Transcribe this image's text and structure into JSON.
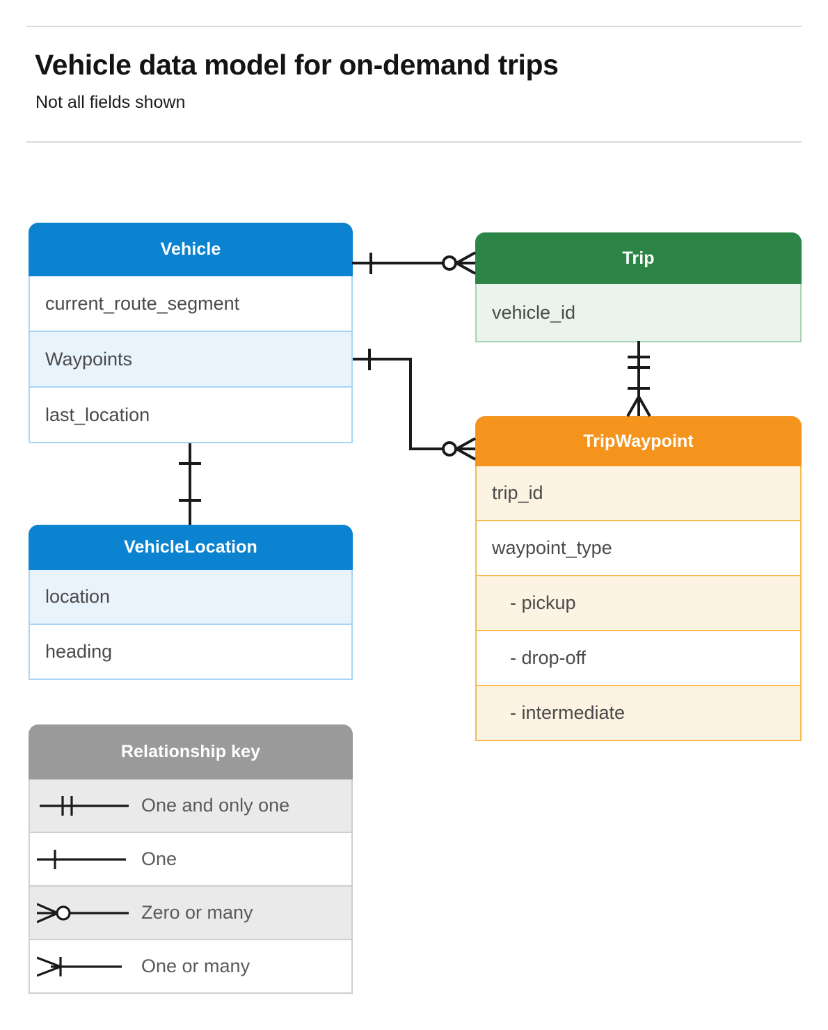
{
  "header": {
    "title": "Vehicle data model for on-demand trips",
    "subtitle": "Not all fields shown"
  },
  "colors": {
    "vehicle_header": "#0b83d1",
    "vehicle_row_alt": "#e9f3fc",
    "vehicle_border": "#a8d4f5",
    "trip_header": "#2c8446",
    "trip_row_alt": "#eaf4ed",
    "trip_border": "#a9d3b5",
    "tripwaypoint_header": "#f5941d",
    "tripwaypoint_row_alt": "#fdf3e3",
    "tripwaypoint_border": "#f7bb4e",
    "legend_header": "#9a9a9a",
    "legend_row_alt": "#eaeaea",
    "connector": "#1a1a1a",
    "rule": "#d8d9da",
    "field_text": "#4a4a4a"
  },
  "entities": {
    "vehicle": {
      "title": "Vehicle",
      "fields": [
        {
          "label": "current_route_segment"
        },
        {
          "label": "Waypoints"
        },
        {
          "label": "last_location"
        }
      ]
    },
    "vehicle_location": {
      "title": "VehicleLocation",
      "fields": [
        {
          "label": "location"
        },
        {
          "label": "heading"
        }
      ]
    },
    "trip": {
      "title": "Trip",
      "fields": [
        {
          "label": "vehicle_id"
        }
      ]
    },
    "trip_waypoint": {
      "title": "TripWaypoint",
      "fields": [
        {
          "label": "trip_id"
        },
        {
          "label": "waypoint_type"
        },
        {
          "label": "-  pickup"
        },
        {
          "label": "-  drop-off"
        },
        {
          "label": "-  intermediate"
        }
      ]
    }
  },
  "legend": {
    "title": "Relationship key",
    "rows": [
      {
        "symbol": "one-and-only-one-icon",
        "label": "One and only one"
      },
      {
        "symbol": "one-icon",
        "label": "One"
      },
      {
        "symbol": "zero-or-many-icon",
        "label": "Zero or many"
      },
      {
        "symbol": "one-or-many-icon",
        "label": "One or many"
      }
    ]
  },
  "relationships": [
    {
      "from": "Vehicle",
      "to": "Trip",
      "from_cardinality": "One",
      "to_cardinality": "Zero or many"
    },
    {
      "from": "Vehicle.Waypoints",
      "to": "TripWaypoint",
      "from_cardinality": "One",
      "to_cardinality": "Zero or many"
    },
    {
      "from": "Vehicle",
      "to": "VehicleLocation",
      "from_cardinality": "One",
      "to_cardinality": "One"
    },
    {
      "from": "Trip",
      "to": "TripWaypoint",
      "from_cardinality": "One and only one",
      "to_cardinality": "One or many"
    }
  ]
}
